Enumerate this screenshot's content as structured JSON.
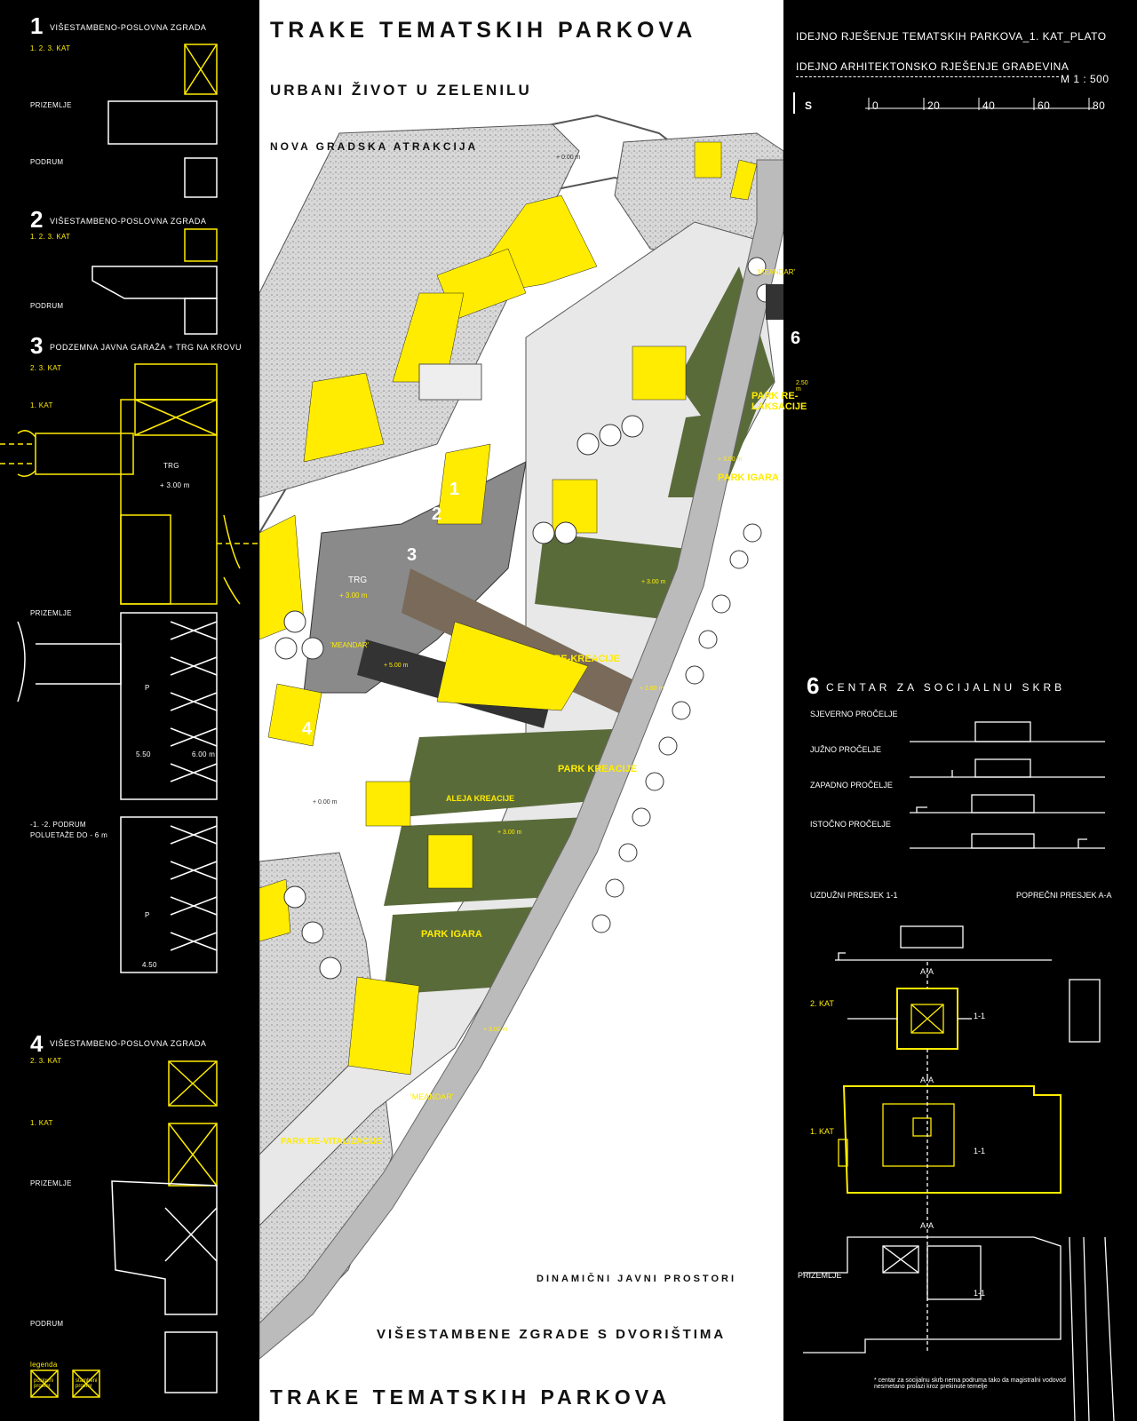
{
  "header": {
    "main_title": "TRAKE TEMATSKIH PARKOVA",
    "subtitle": "URBANI ŽIVOT U ZELENILU",
    "tagline": "NOVA GRADSKA ATRAKCIJA"
  },
  "info": {
    "line1": "IDEJNO RJEŠENJE TEMATSKIH PARKOVA_1. KAT_PLATO",
    "line2": "IDEJNO ARHITEKTONSKO RJEŠENJE GRAĐEVINA",
    "scale_label": "M 1 : 500",
    "north": "S",
    "scale_ticks": [
      "0",
      "20",
      "40",
      "60",
      "80"
    ]
  },
  "footer": {
    "dynamic": "DINAMIČNI JAVNI PROSTORI",
    "residential": "VIŠESTAMBENE ZGRADE S DVORIŠTIMA",
    "main_title": "TRAKE TEMATSKIH PARKOVA"
  },
  "left": {
    "b1": {
      "num": "1",
      "title": "VIŠESTAMBENO-POSLOVNA ZGRADA",
      "floors": "1. 2. 3. KAT",
      "ground": "PRIZEMLJE",
      "basement": "PODRUM"
    },
    "b2": {
      "num": "2",
      "title": "VIŠESTAMBENO-POSLOVNA ZGRADA",
      "floors": "1. 2. 3. KAT",
      "basement": "PODRUM"
    },
    "b3": {
      "num": "3",
      "title": "PODZEMNA JAVNA GARAŽA + TRG NA KROVU",
      "floors23": "2. 3. KAT",
      "floor1": "1. KAT",
      "trg": "TRG",
      "trg_level": "+ 3.00 m",
      "ground": "PRIZEMLJE",
      "p1": "P",
      "dim1": "5.50",
      "dim2": "6.00 m",
      "basement": "-1. -2. PODRUM",
      "basement_note": "POLUETAŽE DO - 6 m",
      "p2": "P",
      "dim3": "4.50"
    },
    "b4": {
      "num": "4",
      "title": "VIŠESTAMBENO-POSLOVNA ZGRADA",
      "floors23": "2. 3. KAT",
      "floor1": "1. KAT",
      "ground": "PRIZEMLJE",
      "basement": "PODRUM"
    },
    "legend": {
      "title": "legenda",
      "item1": "poslovni prostor",
      "item2": "stambeni prostor"
    }
  },
  "map_labels": {
    "n1": "1",
    "n2": "2",
    "n3": "3",
    "n4": "4",
    "n6": "6",
    "trg": "TRG",
    "trg_level": "+ 3.00 m",
    "meandar1": "'MEANDAR'",
    "meandar2": "'MEANDAR'",
    "meandar3": "'MEANDAR'",
    "park_relaksacije": "PARK RE-LAKSACIJE",
    "park_igara1": "PARK IGARA",
    "park_rekreacije": "PARK RE-KREACIJE",
    "park_kreacije": "PARK KREACIJE",
    "aleja_kreacije": "ALEJA KREACIJE",
    "park_igara2": "PARK IGARA",
    "park_revitalizacije": "PARK RE-VITALIZACIJE",
    "lvl_250": "2.50 m",
    "lvl_300a": "+ 3.00 m",
    "lvl_300b": "+ 3.00 m",
    "lvl_260": "+ 2.60 m",
    "lvl_300c": "+ 3.00 m",
    "lvl_300d": "+ 3.00 m",
    "lvl_500": "+ 5.00 m",
    "lvl_road1": "+ 0.00 m",
    "lvl_road2": "+ 0.00 m"
  },
  "right": {
    "num": "6",
    "title": "CENTAR ZA SOCIJALNU SKRB",
    "north": "SJEVERNO PROČELJE",
    "south": "JUŽNO PROČELJE",
    "west": "ZAPADNO PROČELJE",
    "east": "ISTOČNO PROČELJE",
    "section1": "UZDUŽNI PRESJEK 1-1",
    "section2": "POPREČNI PRESJEK A-A",
    "floor2": "2. KAT",
    "floor1": "1. KAT",
    "ground": "PRIZEMLJE",
    "aa": "A-A",
    "s11": "1-1",
    "note": "* centar za socijalnu skrb nema podruma tako da magistralni vodovod nesmetano prolazi kroz prekinute temelje"
  },
  "colors": {
    "accent": "#ffec00",
    "background": "#000000",
    "park": "#5a6b3a",
    "plaza": "#8a8a8a"
  }
}
